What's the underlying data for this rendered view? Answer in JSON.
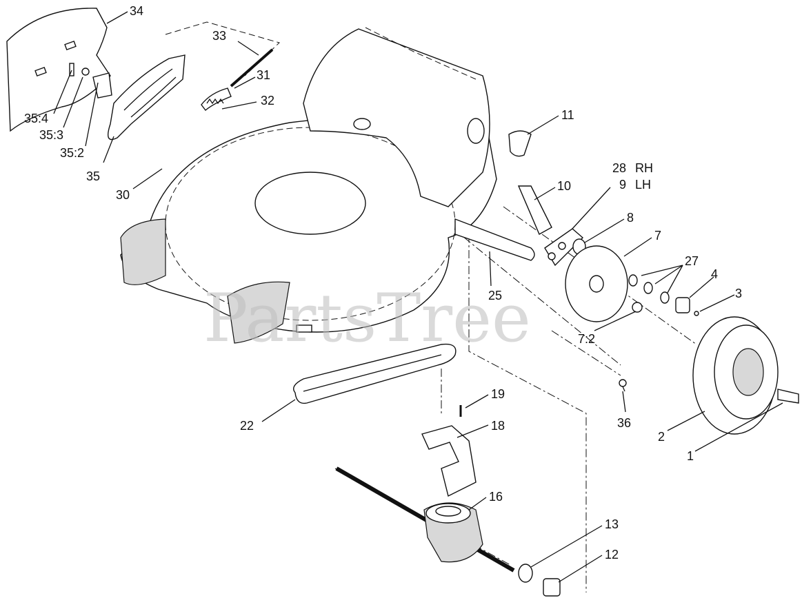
{
  "watermark": "PartsTree",
  "callouts": [
    {
      "id": "c34",
      "text": "34"
    },
    {
      "id": "c33",
      "text": "33"
    },
    {
      "id": "c31",
      "text": "31"
    },
    {
      "id": "c32",
      "text": "32"
    },
    {
      "id": "c35_4",
      "text": "35:4"
    },
    {
      "id": "c35_3",
      "text": "35:3"
    },
    {
      "id": "c35_2",
      "text": "35:2"
    },
    {
      "id": "c35",
      "text": "35"
    },
    {
      "id": "c30",
      "text": "30"
    },
    {
      "id": "c11",
      "text": "11"
    },
    {
      "id": "c28",
      "text": "28"
    },
    {
      "id": "c28side",
      "text": "RH"
    },
    {
      "id": "c9",
      "text": "9"
    },
    {
      "id": "c9side",
      "text": "LH"
    },
    {
      "id": "c10",
      "text": "10"
    },
    {
      "id": "c8",
      "text": "8"
    },
    {
      "id": "c7",
      "text": "7"
    },
    {
      "id": "c27",
      "text": "27"
    },
    {
      "id": "c4",
      "text": "4"
    },
    {
      "id": "c3",
      "text": "3"
    },
    {
      "id": "c25",
      "text": "25"
    },
    {
      "id": "c7_2",
      "text": "7:2"
    },
    {
      "id": "c19",
      "text": "19"
    },
    {
      "id": "c18",
      "text": "18"
    },
    {
      "id": "c22",
      "text": "22"
    },
    {
      "id": "c36",
      "text": "36"
    },
    {
      "id": "c2",
      "text": "2"
    },
    {
      "id": "c1",
      "text": "1"
    },
    {
      "id": "c16",
      "text": "16"
    },
    {
      "id": "c13",
      "text": "13"
    },
    {
      "id": "c12",
      "text": "12"
    }
  ]
}
